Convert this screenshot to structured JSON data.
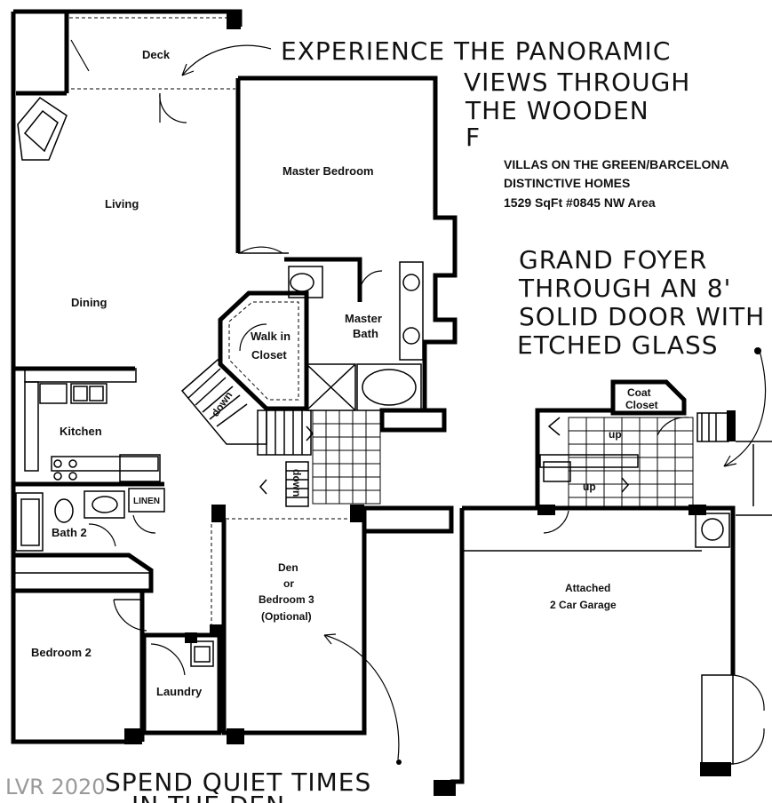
{
  "rooms": {
    "deck": "Deck",
    "living": "Living",
    "dining": "Dining",
    "kitchen": "Kitchen",
    "master_bedroom": "Master Bedroom",
    "master_bath_1": "Master",
    "master_bath_2": "Bath",
    "walk_in_1": "Walk in",
    "walk_in_2": "Closet",
    "coat_1": "Coat",
    "coat_2": "Closet",
    "linen": "LINEN",
    "bath2": "Bath 2",
    "bedroom2": "Bedroom 2",
    "laundry": "Laundry",
    "den_1": "Den",
    "den_2": "or",
    "den_3": "Bedroom 3",
    "den_4": "(Optional)",
    "garage_1": "Attached",
    "garage_2": "2 Car Garage",
    "down_1": "down",
    "down_2": "down",
    "up_1": "up",
    "up_2": "up"
  },
  "header": {
    "line1": "VILLAS ON THE GREEN/BARCELONA",
    "line2": "DISTINCTIVE HOMES",
    "line3": "1529 SqFt  #0845  NW  Area"
  },
  "notes": {
    "panoramic_1": "EXPERIENCE THE PANORAMIC",
    "panoramic_2": "VIEWS THROUGH",
    "panoramic_3": "THE WOODEN",
    "panoramic_4": "F",
    "foyer_1": "GRAND FOYER",
    "foyer_2": "THROUGH AN 8'",
    "foyer_3": "SOLID DOOR WITH",
    "foyer_4": "ETCHED GLASS",
    "den_1": "SPEND QUIET TIMES",
    "den_2": "IN THE DEN"
  },
  "watermark": "LVR 2020"
}
